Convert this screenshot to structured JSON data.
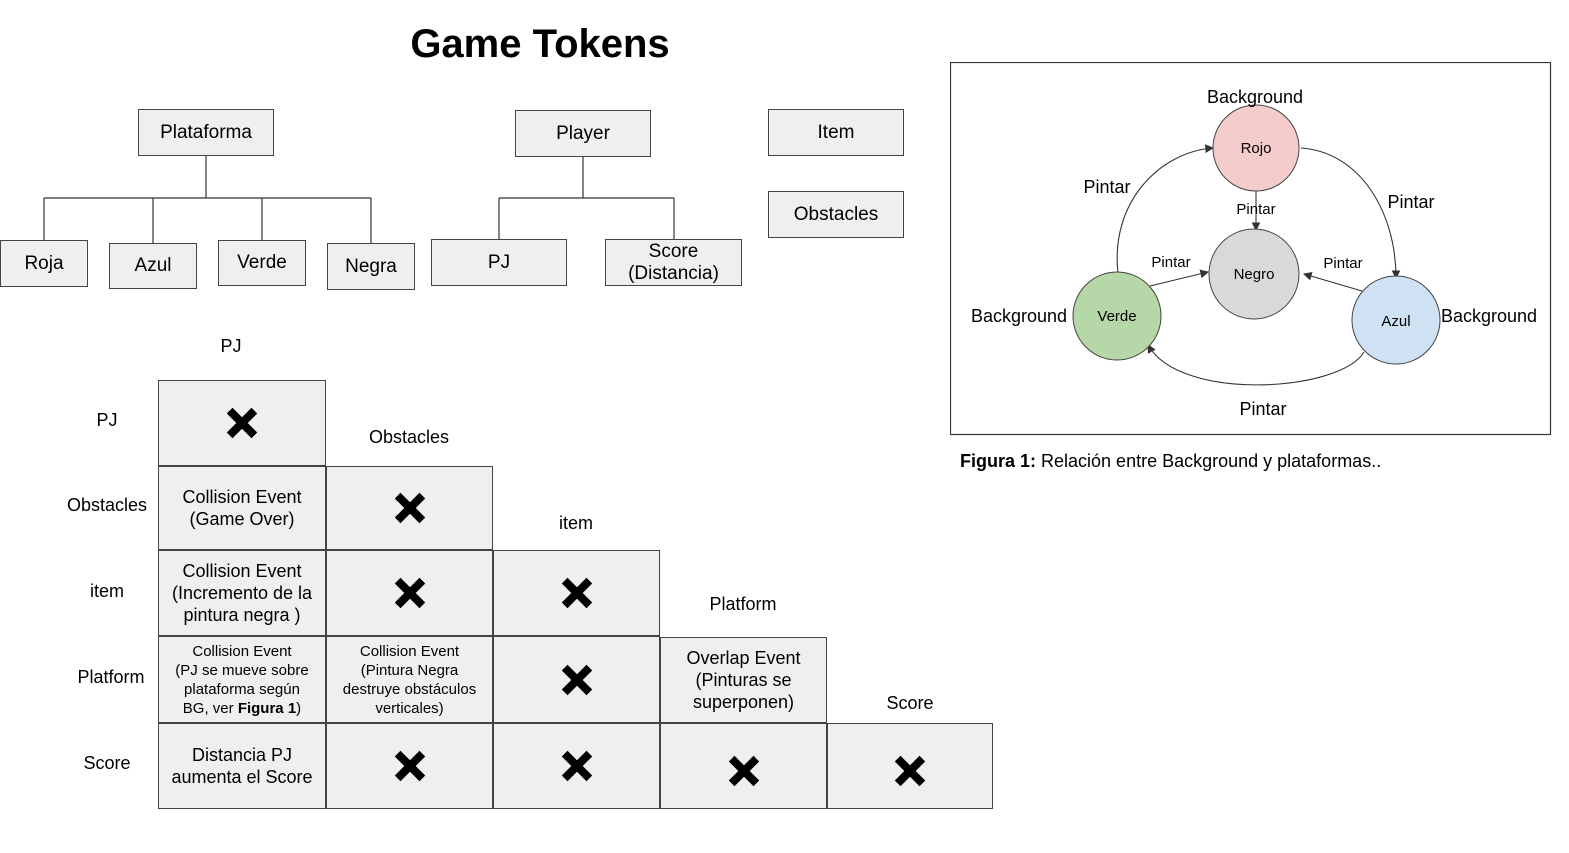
{
  "title": "Game Tokens",
  "tree": {
    "plataforma": {
      "label": "Plataforma",
      "children": [
        "Roja",
        "Azul",
        "Verde",
        "Negra"
      ]
    },
    "player": {
      "label": "Player",
      "children": [
        "PJ",
        "Score\n(Distancia)"
      ]
    },
    "item": "Item",
    "obstacles": "Obstacles"
  },
  "matrix": {
    "col_labels": [
      "PJ",
      "Obstacles",
      "item",
      "Platform",
      "Score"
    ],
    "row_labels": [
      "PJ",
      "Obstacles",
      "item",
      "Platform",
      "Score"
    ],
    "cells": {
      "obstacles_pj": "Collision Event\n(Game Over)",
      "item_pj": "Collision Event\n(Incremento de la\npintura negra )",
      "platform_pj_pre": "Collision Event\n(PJ se mueve sobre\nplataforma según\nBG, ver ",
      "platform_pj_bold": "Figura 1",
      "platform_pj_post": ")",
      "platform_obstacles": "Collision Event\n(Pintura Negra\ndestruye obstáculos\nverticales)",
      "platform_platform": "Overlap Event\n(Pinturas se\nsuperponen)",
      "score_pj": "Distancia PJ\naumenta el Score"
    },
    "none_icon": "x-mark-icon"
  },
  "figure": {
    "nodes": {
      "rojo": "Rojo",
      "negro": "Negro",
      "verde": "Verde",
      "azul": "Azul"
    },
    "node_colors": {
      "rojo": "#f4cccc",
      "negro": "#d9d9d9",
      "verde": "#b6d7a8",
      "azul": "#cfe2f3"
    },
    "background_label": "Background",
    "edge_label": "Pintar",
    "caption_bold": "Figura 1:",
    "caption_text": " Relación entre Background y plataformas.."
  }
}
